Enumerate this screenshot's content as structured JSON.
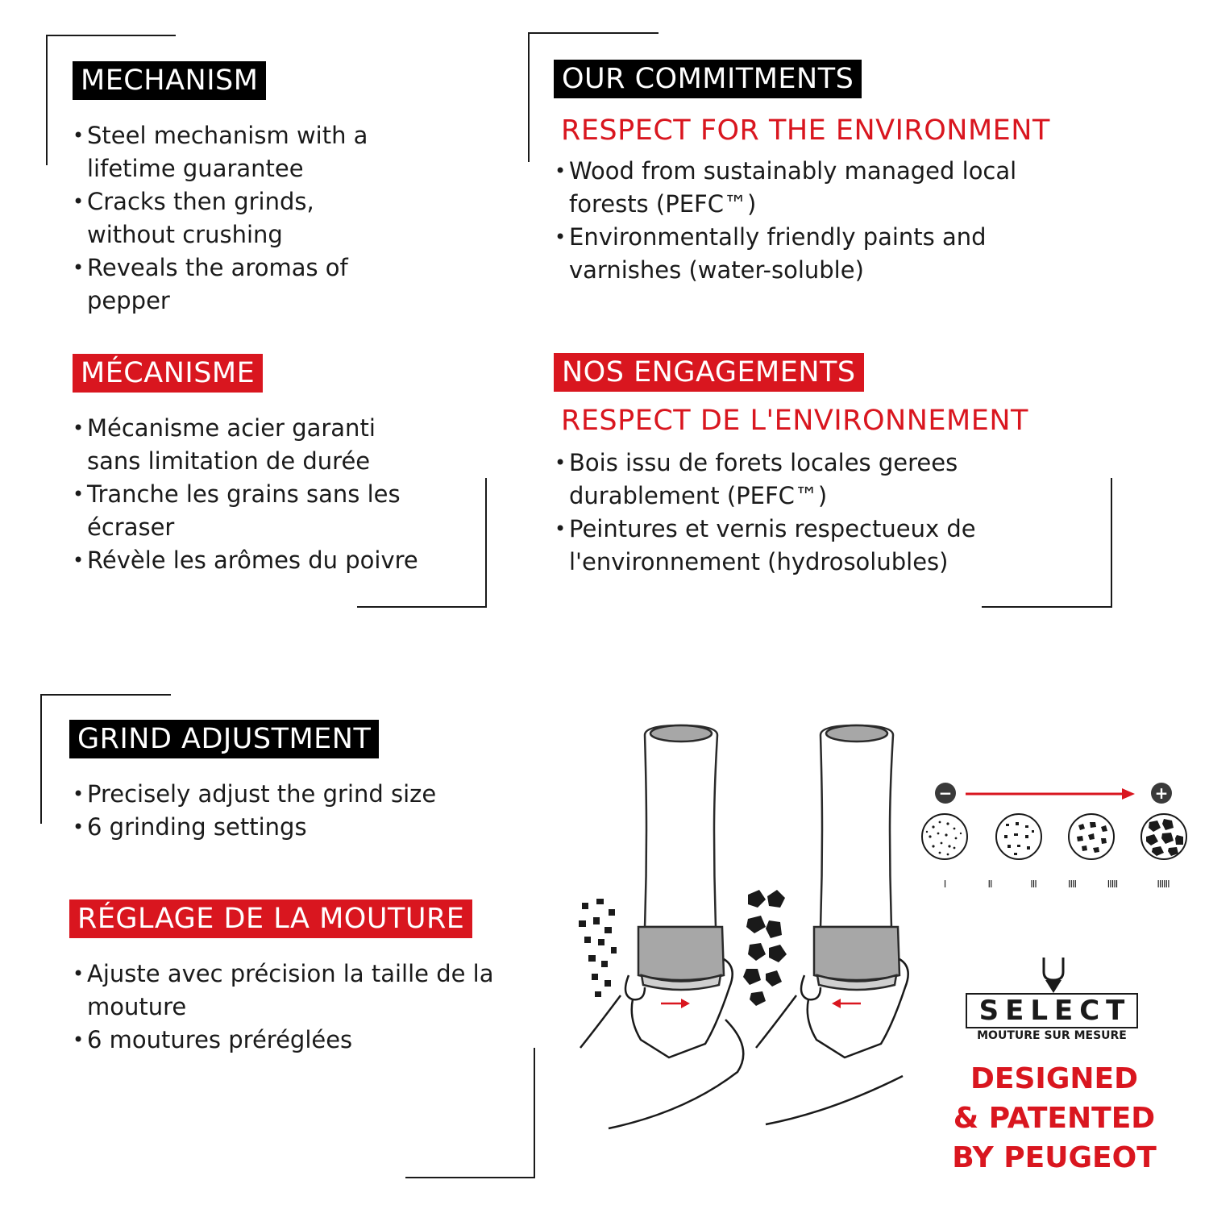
{
  "mechanism": {
    "title": "MECHANISM",
    "items": [
      "Steel mechanism with a lifetime guarantee",
      "Cracks then grinds, without crushing",
      "Reveals the aromas of pepper"
    ]
  },
  "mecanisme": {
    "title": "MÉCANISME",
    "items": [
      "Mécanisme acier garanti sans limitation de durée",
      "Tranche les grains sans les écraser",
      "Révèle les arômes du poivre"
    ]
  },
  "commitments": {
    "title": "OUR COMMITMENTS",
    "subtitle": "RESPECT FOR THE ENVIRONMENT",
    "items": [
      "Wood from sustainably managed local forests (PEFC™)",
      "Environmentally friendly paints and varnishes (water-soluble)"
    ]
  },
  "engagements": {
    "title": "NOS ENGAGEMENTS",
    "subtitle": "RESPECT DE L'ENVIRONNEMENT",
    "items": [
      "Bois issu de forets locales gerees durablement (PEFC™)",
      "Peintures et vernis respectueux de l'environnement (hydrosolubles)"
    ]
  },
  "grind": {
    "title": "GRIND ADJUSTMENT",
    "items": [
      "Precisely adjust the grind size",
      "6 grinding settings"
    ]
  },
  "reglage": {
    "title": "RÉGLAGE DE LA MOUTURE",
    "items": [
      "Ajuste avec précision la taille de la mouture",
      "6 moutures préréglées"
    ]
  },
  "scale": {
    "minus": "−",
    "plus": "+",
    "levels": [
      "I",
      "II",
      "III",
      "IIII",
      "IIIII",
      "IIIIII"
    ]
  },
  "brand": {
    "logo_text": "SELECT",
    "logo_sub": "MOUTURE SUR MESURE",
    "tagline": [
      "DESIGNED",
      "& PATENTED",
      "BY PEUGEOT"
    ]
  },
  "colors": {
    "accent_red": "#d9161f",
    "black": "#000000",
    "mill_band": "#a7a7a7"
  }
}
